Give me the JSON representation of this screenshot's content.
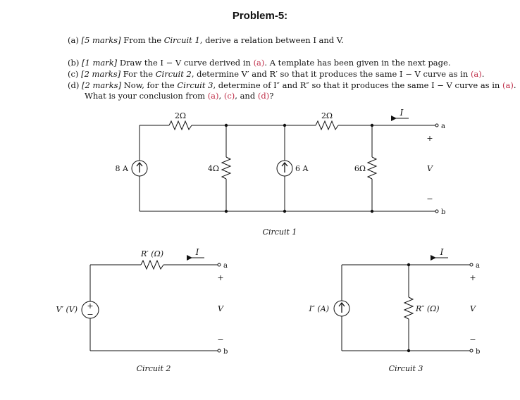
{
  "title": "Problem-5:",
  "questions": {
    "a": {
      "tag": "(a)",
      "marks": "[5 marks]",
      "t1": " From the ",
      "c1": "Circuit 1",
      "t2": ", derive a relation between I and V."
    },
    "b": {
      "tag": "(b)",
      "marks": "[1 mark]",
      "t1": " Draw the I − V curve derived in ",
      "r1": "(a)",
      "t2": ". A template has been given in the next page."
    },
    "c": {
      "tag": "(c)",
      "marks": "[2 marks]",
      "t1": " For the ",
      "c1": "Circuit 2",
      "t2": ", determine V′ and R′ so that it produces the same I − V curve as in ",
      "r1": "(a)",
      "t3": "."
    },
    "d": {
      "tag": "(d)",
      "marks": "[2 marks]",
      "t1": " Now, for the ",
      "c1": "Circuit 3",
      "t2": ", determine of I″ and R″ so that it produces the same I − V curve as in ",
      "r1": "(a)",
      "t3": ".",
      "l2a": "What is your conclusion from ",
      "r2": "(a)",
      "l2b": ", ",
      "r3": "(c)",
      "l2c": ", and ",
      "r4": "(d)",
      "l2d": "?"
    }
  },
  "circuit1": {
    "caption": "Circuit 1",
    "r_left": "2Ω",
    "r_right": "2Ω",
    "r_4": "4Ω",
    "r_6": "6Ω",
    "src_left": "8 A",
    "src_mid": "6 A",
    "current": "I",
    "node_a": "a",
    "node_b": "b",
    "plus": "+",
    "v": "V",
    "minus": "−"
  },
  "circuit2": {
    "caption": "Circuit 2",
    "r_label": "R′ (Ω)",
    "src_label": "V′ (V)",
    "src_plus": "+",
    "src_minus": "−",
    "current": "I",
    "node_a": "a",
    "node_b": "b",
    "plus": "+",
    "v": "V",
    "minus": "−"
  },
  "circuit3": {
    "caption": "Circuit 3",
    "r_label": "R″ (Ω)",
    "src_label": "I″ (A)",
    "current": "I",
    "node_a": "a",
    "node_b": "b",
    "plus": "+",
    "v": "V",
    "minus": "−"
  }
}
